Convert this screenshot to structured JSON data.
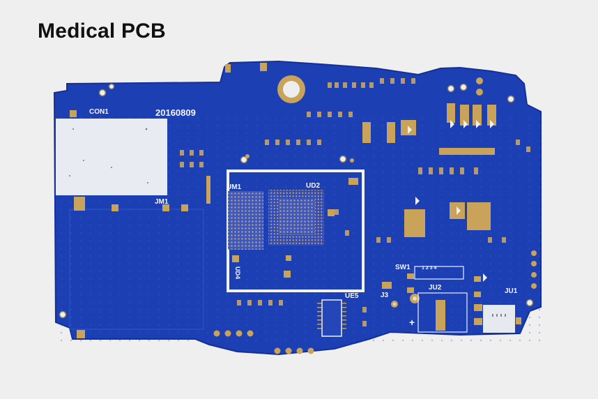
{
  "caption": "Medical PCB",
  "board": {
    "description_colors": {
      "soldermask": "#1d3fb4",
      "soldermask_dark": "#1532a0",
      "gold_pad": "#c9a35a",
      "silkscreen": "#f4f6fb",
      "background": "#efefef"
    },
    "silk_labels": {
      "con1": "CON1",
      "date": "20160809",
      "jm1": "JM1",
      "um1": "UM1",
      "ud2": "UD2",
      "ud4": "UD4",
      "ue5": "UE5",
      "j3": "J3",
      "sw1": "SW1",
      "ju2": "JU2",
      "ju1": "JU1",
      "sw_pins": "1  2  3  4"
    }
  }
}
